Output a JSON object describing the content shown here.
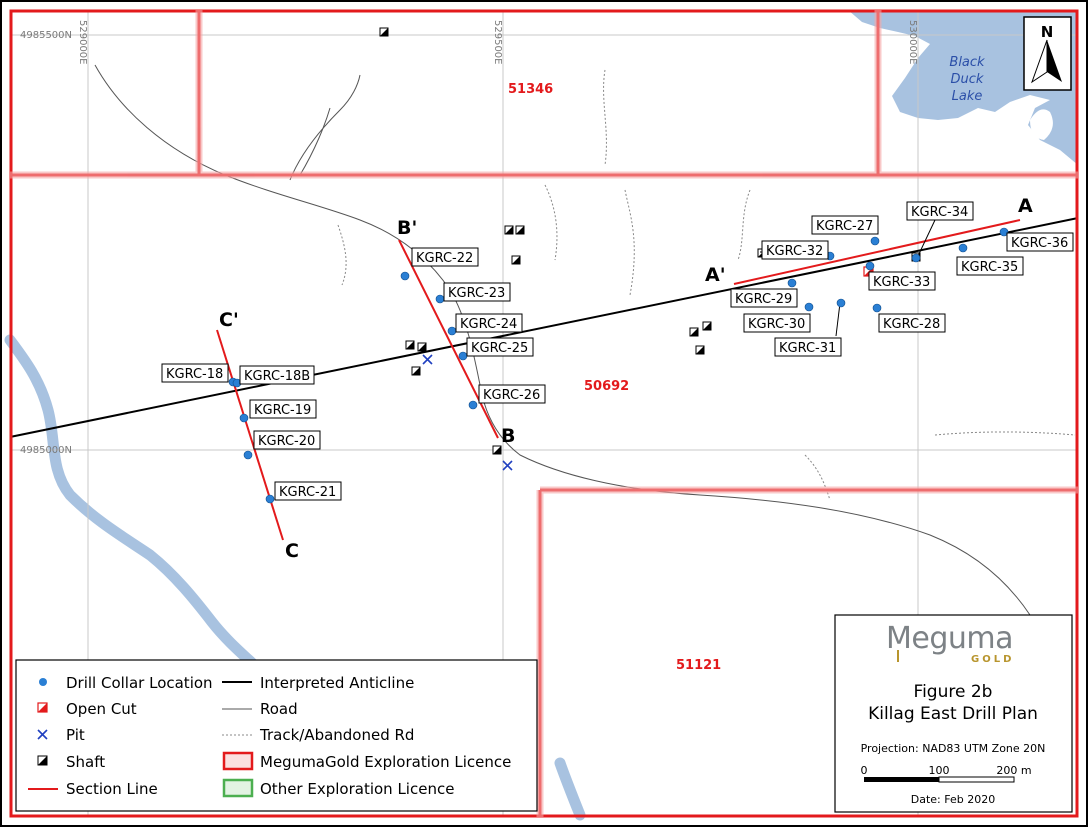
{
  "map": {
    "grid_labels": [
      "4985500N",
      "4985000N",
      "529000E",
      "529500E",
      "530000E"
    ],
    "lake_label": [
      "Black",
      "Duck",
      "Lake"
    ],
    "north_label": "N",
    "licences": [
      {
        "id": "51346",
        "label": "51346"
      },
      {
        "id": "50692",
        "label": "50692"
      },
      {
        "id": "51121",
        "label": "51121"
      }
    ],
    "section_labels": [
      "A",
      "A'",
      "B",
      "B'",
      "C",
      "C'"
    ],
    "drill_collars": [
      "KGRC-18",
      "KGRC-18B",
      "KGRC-19",
      "KGRC-20",
      "KGRC-21",
      "KGRC-22",
      "KGRC-23",
      "KGRC-24",
      "KGRC-25",
      "KGRC-26",
      "KGRC-27",
      "KGRC-28",
      "KGRC-29",
      "KGRC-30",
      "KGRC-31",
      "KGRC-32",
      "KGRC-33",
      "KGRC-34",
      "KGRC-35",
      "KGRC-36"
    ]
  },
  "legend": {
    "col1": [
      "Drill Collar Location",
      "Open Cut",
      "Pit",
      "Shaft",
      "Section Line"
    ],
    "col2": [
      "Interpreted Anticline",
      "Road",
      "Track/Abandoned Rd",
      "MegumaGold Exploration Licence",
      "Other Exploration Licence"
    ]
  },
  "title_block": {
    "brand": "Meguma",
    "brand_sub": "GOLD",
    "figure": "Figure 2b",
    "title": "Killag East Drill Plan",
    "projection": "Projection: NAD83 UTM Zone 20N",
    "scale_ticks": [
      "0",
      "100",
      "200 m"
    ],
    "date": "Date: Feb 2020"
  },
  "colors": {
    "water": "#a8c2e0",
    "licence_red": "#e31a1c",
    "other_licence_green": "#4caf50",
    "collar_blue": "#2a7fd4",
    "section_red": "#e31a1c",
    "pit_blue": "#2040c0"
  }
}
